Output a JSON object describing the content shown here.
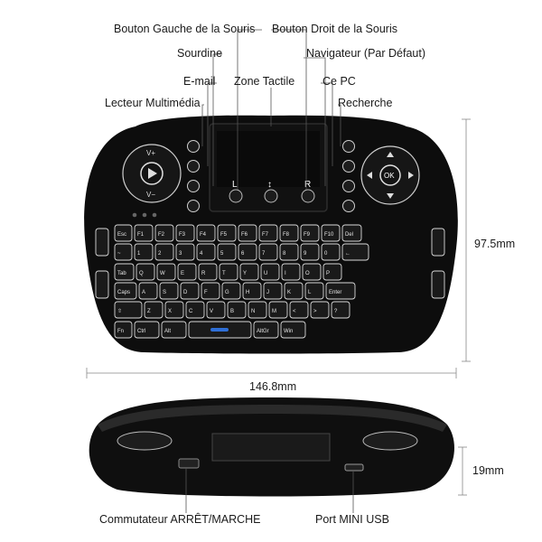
{
  "labels": {
    "left_mouse": "Bouton Gauche de la Souris",
    "right_mouse": "Bouton Droit de la Souris",
    "mute": "Sourdine",
    "browser": "Navigateur (Par Défaut)",
    "email": "E-mail",
    "touchpad": "Zone Tactile",
    "my_pc": "Ce PC",
    "media_player": "Lecteur Multimédia",
    "search": "Recherche",
    "power_switch": "Commutateur ARRÊT/MARCHE",
    "usb_port": "Port MINI USB"
  },
  "dimensions": {
    "width": "146.8mm",
    "height": "97.5mm",
    "depth": "19mm"
  },
  "keyboard": {
    "row1": [
      "Esc",
      "F1",
      "F2",
      "F3",
      "F4",
      "F5",
      "F6",
      "F7",
      "F8",
      "F9",
      "F10",
      "Del"
    ],
    "row2": [
      "~",
      "1",
      "2",
      "3",
      "4",
      "5",
      "6",
      "7",
      "8",
      "9",
      "0",
      "←"
    ],
    "row3": [
      "Tab",
      "Q",
      "W",
      "E",
      "R",
      "T",
      "Y",
      "U",
      "I",
      "O",
      "P"
    ],
    "row4": [
      "Caps",
      "A",
      "S",
      "D",
      "F",
      "G",
      "H",
      "J",
      "K",
      "L",
      "Enter"
    ],
    "row5": [
      "⇧",
      "Z",
      "X",
      "C",
      "V",
      "B",
      "N",
      "M",
      "<",
      ">",
      "?"
    ],
    "row6": [
      "Fn",
      "Ctrl",
      "Alt",
      "",
      "AltGr",
      "Win"
    ],
    "dpad_center": "OK",
    "touch_left": "L",
    "touch_right": "R",
    "touch_scroll": "↕",
    "vol_up": "V+",
    "vol_down": "V−"
  },
  "colors": {
    "body": "#0d0d0d",
    "key_edge": "#d9d9d9",
    "leader": "#555555",
    "accent_blue": "#2f6fd6"
  }
}
